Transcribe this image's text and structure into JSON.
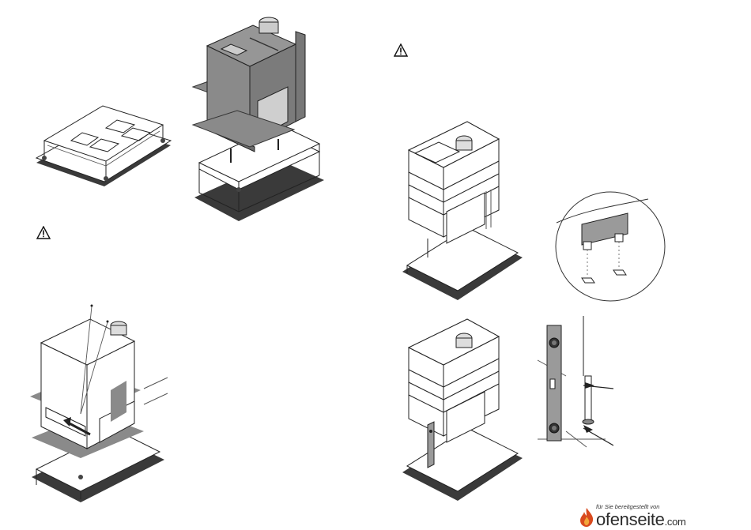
{
  "warnings": [
    "⚠",
    "⚠"
  ],
  "figures": [
    "base-frame",
    "insert-lowered-onto-frame",
    "insert-lift-with-straps",
    "insert-installed-front",
    "bracket-detail",
    "insert-level-check",
    "spirit-level-detail"
  ],
  "logo": {
    "tagline": "für Sie bereitgestellt von",
    "brand": "ofenseite",
    "domain": ".com",
    "colors": {
      "flame_outer": "#d94a1e",
      "flame_inner": "#f2a63a",
      "text": "#2b2b2b"
    }
  }
}
